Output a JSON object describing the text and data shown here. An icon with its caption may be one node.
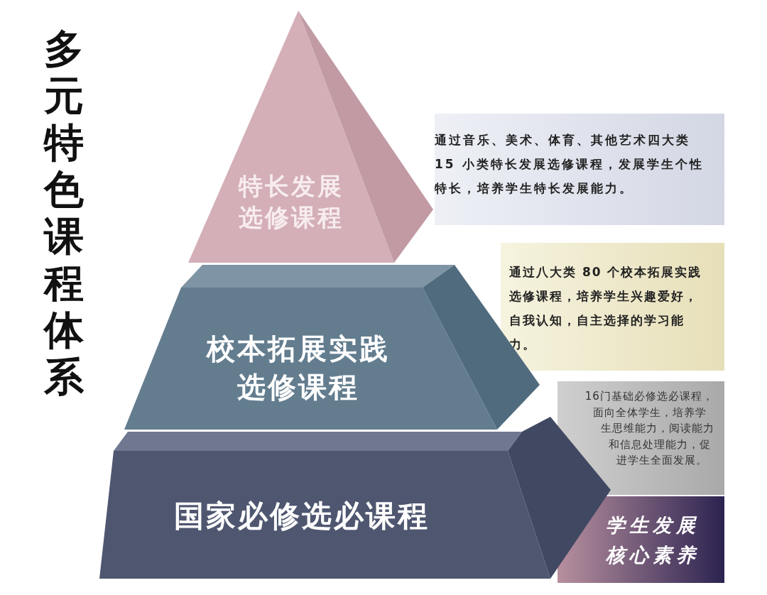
{
  "diagram": {
    "title": "多元特色课程体系",
    "nodes": [
      {
        "text": [
          "特长发展选修课程"
        ]
      },
      {
        "text": [
          "通过音乐、美术、体育、其他艺术四大类 15 小类特长发展选修课程，发展学生个性特长，培养学生特长发展能力。"
        ]
      },
      {
        "text": [
          "校本拓展实践选修课程"
        ]
      },
      {
        "text": [
          "通过八大类 80 个校本拓展实践选修课程，培养学生兴趣爱好，自我认知，自主选择的学习能力。"
        ]
      },
      {
        "text": [
          "国家必修选必课程"
        ]
      },
      {
        "text": [
          "16门基础必修选必课程，面向全体学生，培养学生思维能力，阅读能力和信息处理能力，促进学生全面发展。"
        ]
      },
      {
        "text": [
          "学生发展核心素养"
        ]
      }
    ]
  }
}
